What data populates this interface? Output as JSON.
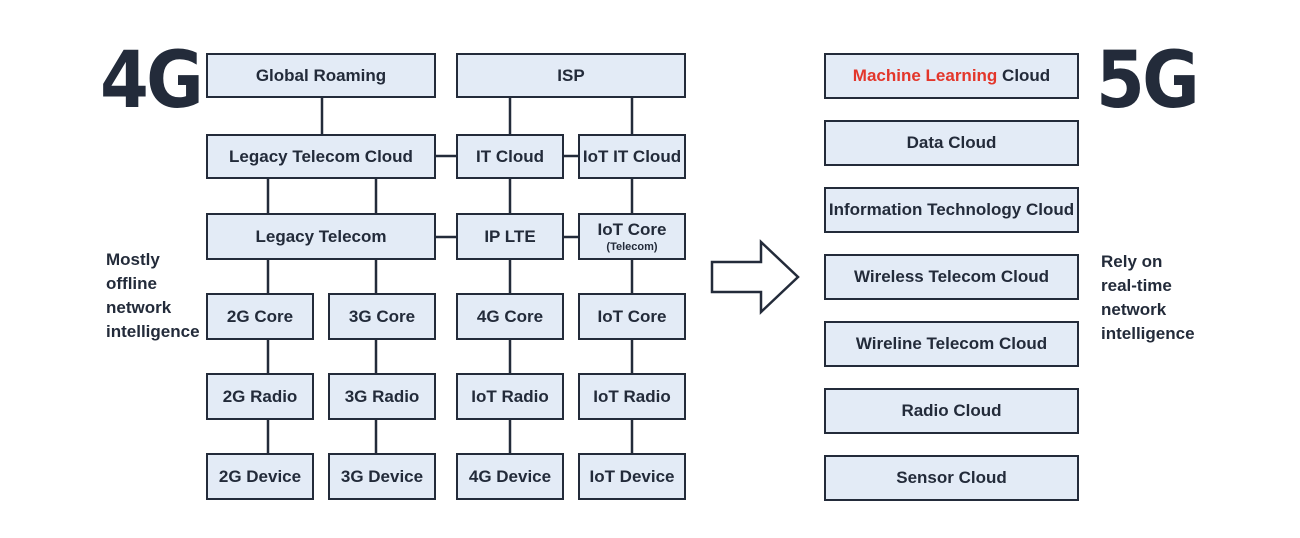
{
  "left": {
    "heading": "4G",
    "caption": [
      "Mostly",
      "offline",
      "network",
      "intelligence"
    ],
    "boxes": {
      "global_roaming": "Global Roaming",
      "isp": "ISP",
      "legacy_telecom_cloud": "Legacy Telecom Cloud",
      "it_cloud": "IT Cloud",
      "iot_it_cloud": "IoT IT Cloud",
      "legacy_telecom": "Legacy Telecom",
      "ip_lte": "IP LTE",
      "iot_core_telecom": "IoT Core",
      "iot_core_telecom_sub": "(Telecom)",
      "core_2g": "2G Core",
      "core_3g": "3G Core",
      "core_4g": "4G Core",
      "core_iot": "IoT Core",
      "radio_2g": "2G Radio",
      "radio_3g": "3G Radio",
      "radio_iot": "IoT Radio",
      "radio_iot_2": "IoT Radio",
      "device_2g": "2G Device",
      "device_3g": "3G Device",
      "device_4g": "4G Device",
      "device_iot": "IoT Device"
    }
  },
  "right": {
    "heading": "5G",
    "caption": [
      "Rely on",
      "real-time",
      "network",
      "intelligence"
    ],
    "ml_highlight": "Machine Learning",
    "ml_suffix": " Cloud",
    "boxes": [
      "Data Cloud",
      "Information Technology Cloud",
      "Wireless Telecom Cloud",
      "Wireline Telecom Cloud",
      "Radio Cloud",
      "Sensor Cloud"
    ]
  },
  "colors": {
    "box_fill": "#e3ebf6",
    "stroke": "#232b3a",
    "highlight": "#e3362b"
  }
}
